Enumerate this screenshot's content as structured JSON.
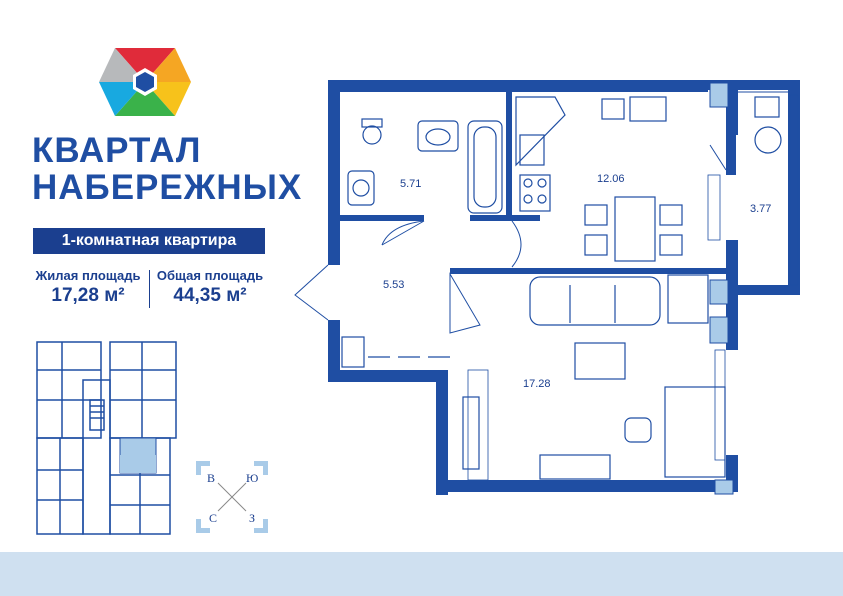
{
  "brand": {
    "line1": "КВАРТАЛ",
    "line2": "НАБЕРЕЖНЫХ"
  },
  "apartment": {
    "type": "1-комнатная квартира",
    "living_label": "Жилая площадь",
    "living_value": "17,28 м²",
    "total_label": "Общая площадь",
    "total_value": "44,35 м²"
  },
  "rooms": {
    "bathroom": "5.71",
    "kitchen": "12.06",
    "balcony": "3.77",
    "hall": "5.53",
    "living": "17.28"
  },
  "compass": {
    "n": "В",
    "e": "Ю",
    "s": "З",
    "w": "С"
  },
  "colors": {
    "brand": "#1f4ea3",
    "wall": "#1f4ea3",
    "footer": "#cfe0f0",
    "highlight": "#a9cbe8"
  }
}
